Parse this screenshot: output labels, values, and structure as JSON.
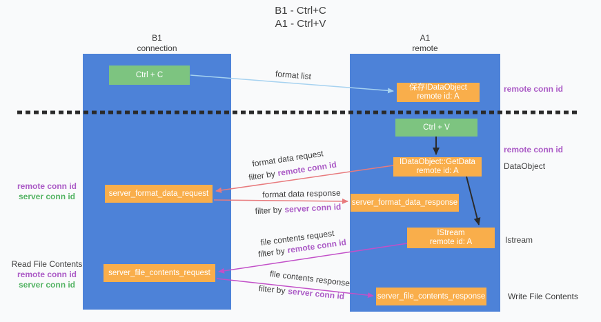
{
  "title": {
    "line1": "B1 - Ctrl+C",
    "line2": "A1 - Ctrl+V"
  },
  "lanes": {
    "left": {
      "title": "B1",
      "subtitle": "connection"
    },
    "right": {
      "title": "A1",
      "subtitle": "remote"
    }
  },
  "nodes": {
    "ctrl_c": {
      "label": "Ctrl + C"
    },
    "save_dataobject": {
      "line1": "保存IDataObject",
      "line2": "remote id: A"
    },
    "ctrl_v": {
      "label": "Ctrl + V"
    },
    "getdata": {
      "line1": "IDataObject::GetData",
      "line2": "remote id: A"
    },
    "format_request": {
      "label": "server_format_data_request"
    },
    "format_response": {
      "label": "server_format_data_response"
    },
    "istream": {
      "line1": "IStream",
      "line2": "remote id: A"
    },
    "file_request": {
      "label": "server_file_contents_request"
    },
    "file_response": {
      "label": "server_file_contents_response"
    }
  },
  "edges": {
    "format_list": {
      "label": "format list"
    },
    "format_request": {
      "label": "format data request",
      "filter_prefix": "filter by",
      "filter_key": "remote conn id"
    },
    "format_response": {
      "label": "format data response",
      "filter_prefix": "filter by",
      "filter_key": "server conn id"
    },
    "file_request": {
      "label": "file contents request",
      "filter_prefix": "filter by",
      "filter_key": "remote conn id"
    },
    "file_response": {
      "label": "file contents response",
      "filter_prefix": "filter by",
      "filter_key": "server conn id"
    }
  },
  "side_labels": {
    "right_remote_conn_top": "remote conn id",
    "right_remote_conn_mid": "remote conn id",
    "dataobject": "DataObject",
    "istream": "Istream",
    "write_file": "Write File Contents",
    "left_remote_conn_top": "remote conn id",
    "left_server_conn_top": "server conn id",
    "read_file": "Read File Contents",
    "left_remote_conn_bottom": "remote conn id",
    "left_server_conn_bottom": "server conn id"
  },
  "colors": {
    "lane_blue": "#4d82d8",
    "box_orange": "#f9ae4b",
    "box_green": "#7dc480",
    "label_purple": "#ab5bc6",
    "label_green": "#53b363",
    "arrow_salmon": "#e87a7d",
    "arrow_magenta": "#c250c8",
    "arrow_lightblue": "#a6d2f0",
    "arrow_black": "#2b2b2b",
    "separator_black": "#2a2a2a"
  }
}
